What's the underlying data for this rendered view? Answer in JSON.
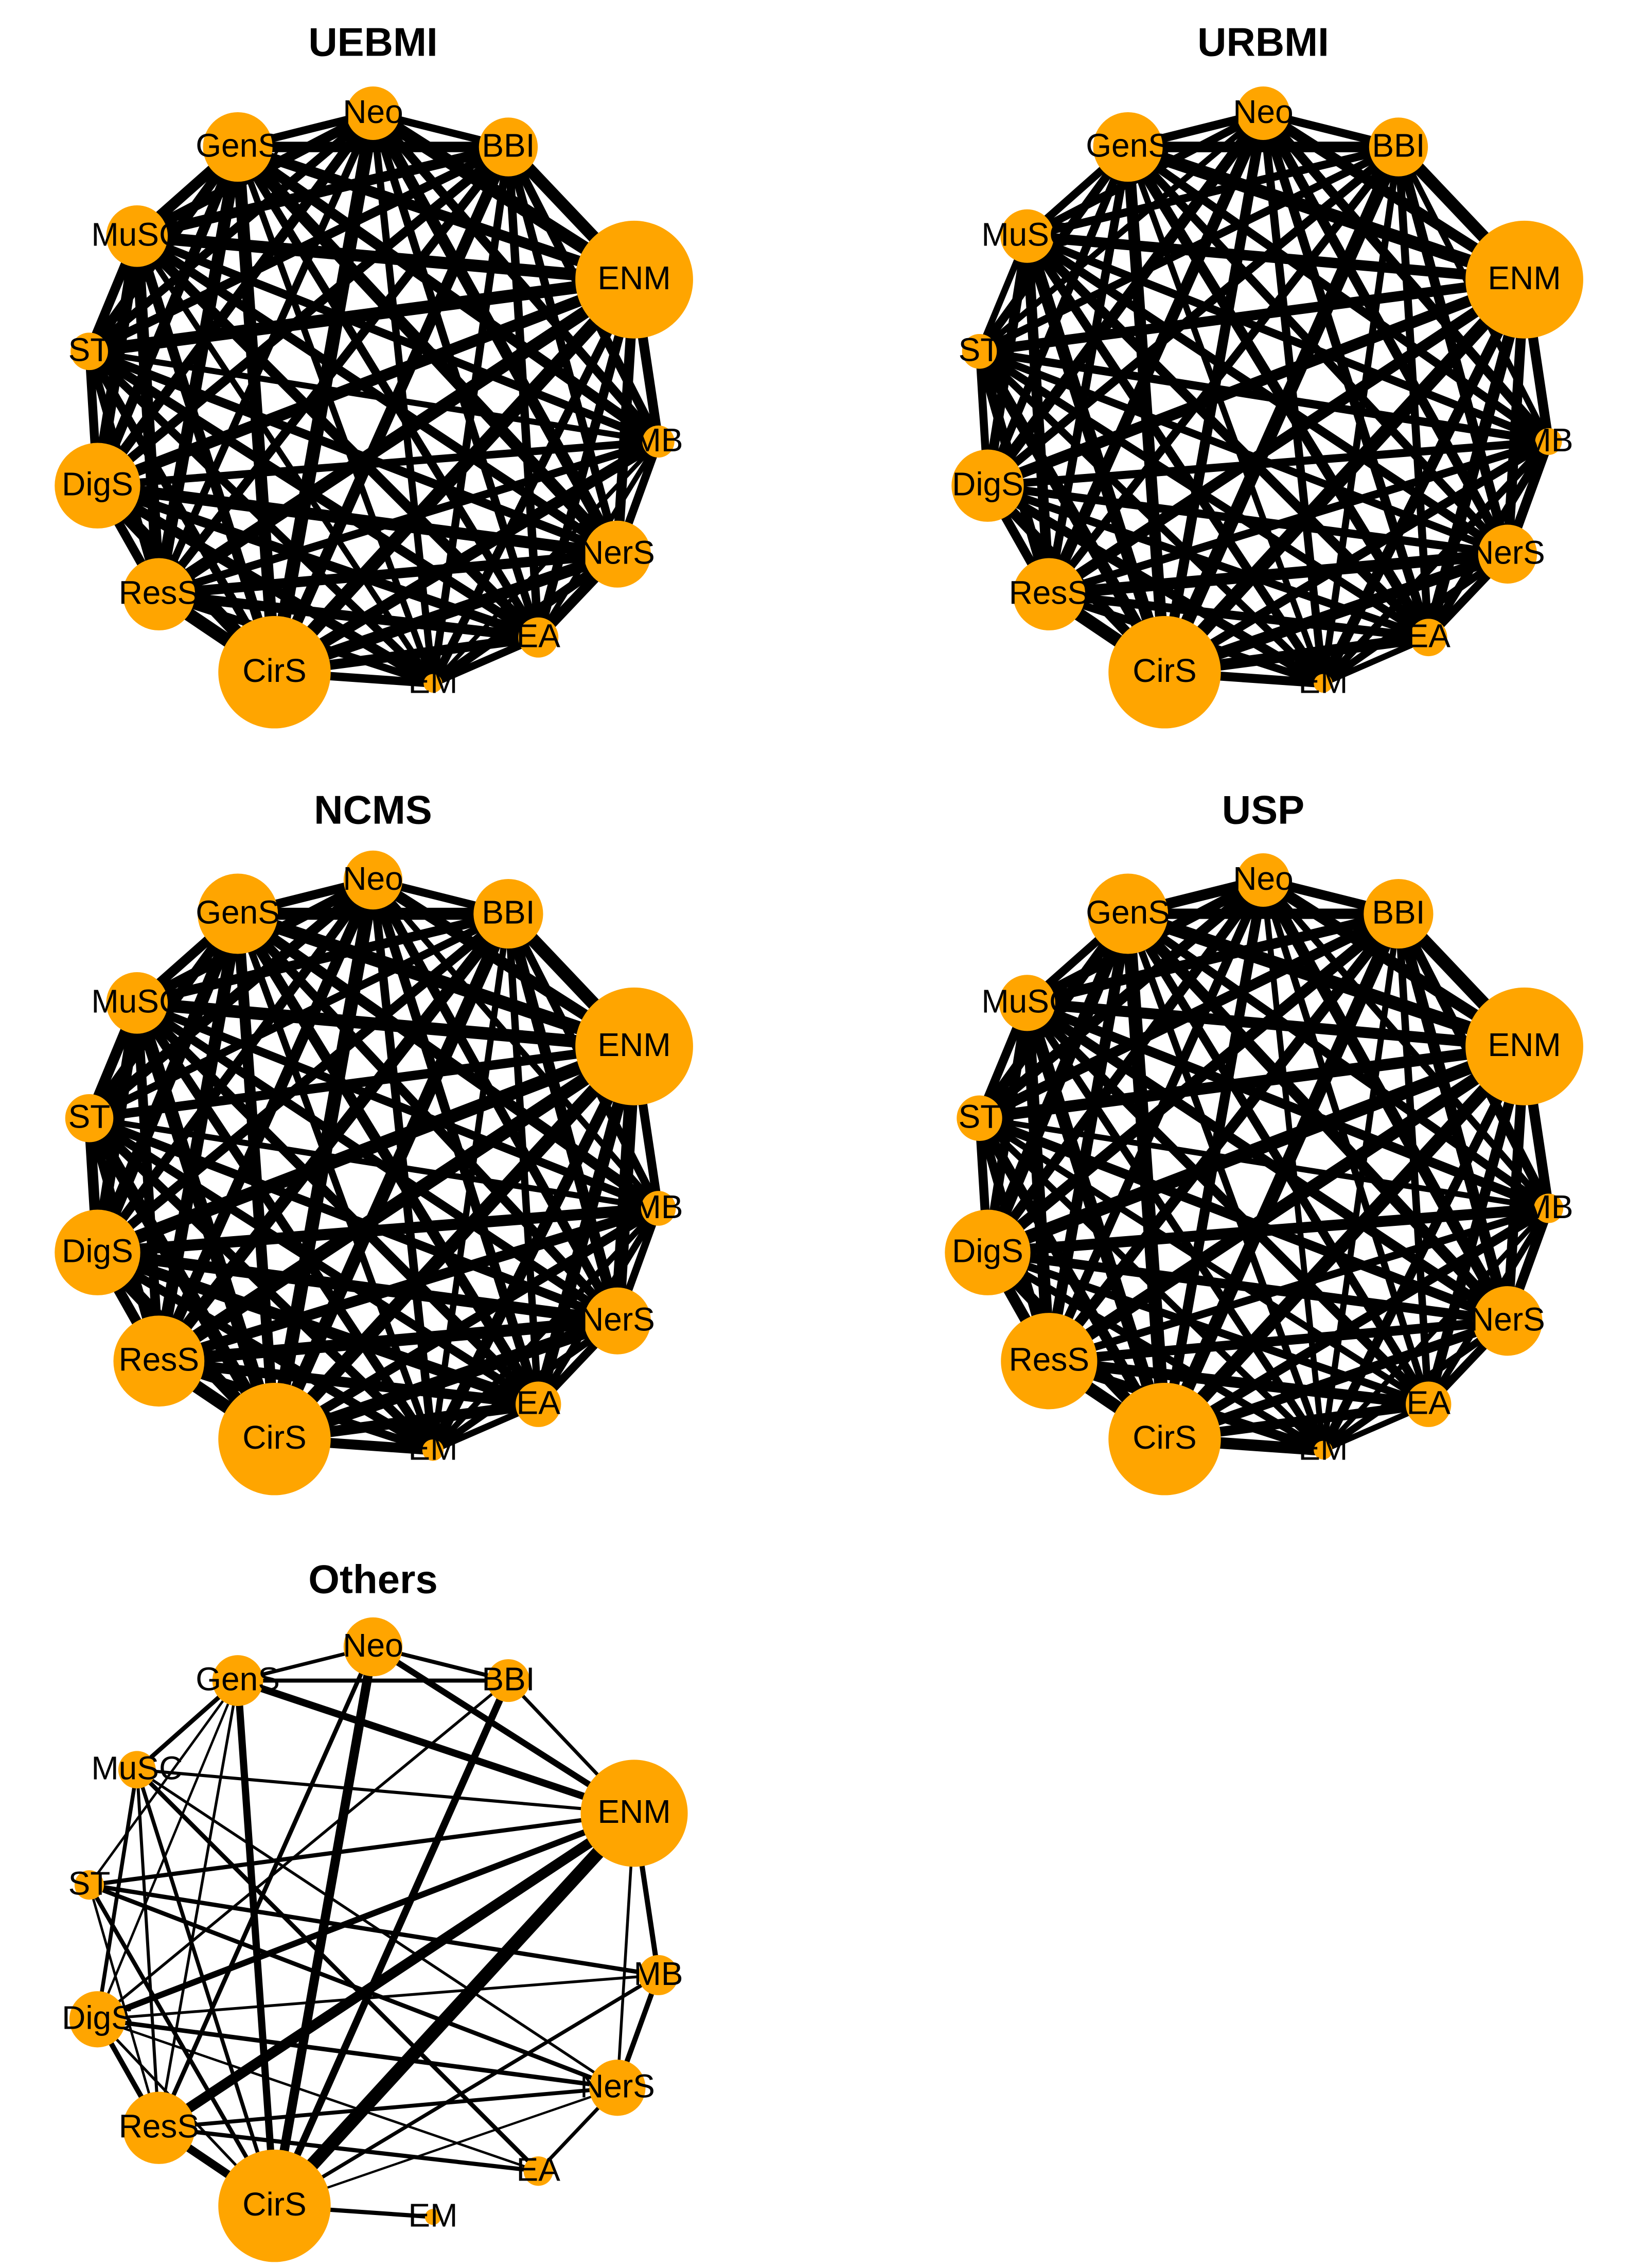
{
  "node_color": "#FFA500",
  "edge_color": "#000000",
  "nodes": [
    {
      "id": "Neo",
      "label": "Neo"
    },
    {
      "id": "BBI",
      "label": "BBI"
    },
    {
      "id": "ENM",
      "label": "ENM"
    },
    {
      "id": "MB",
      "label": "MB"
    },
    {
      "id": "NerS",
      "label": "NerS"
    },
    {
      "id": "EA",
      "label": "EA"
    },
    {
      "id": "EM",
      "label": "EM"
    },
    {
      "id": "CirS",
      "label": "CirS"
    },
    {
      "id": "ResS",
      "label": "ResS"
    },
    {
      "id": "DigS",
      "label": "DigS"
    },
    {
      "id": "ST",
      "label": "ST"
    },
    {
      "id": "MuSC",
      "label": "MuSC"
    },
    {
      "id": "GenS",
      "label": "GenS"
    }
  ],
  "panels": [
    {
      "title": "UEBMI",
      "node_sizes": {
        "Neo": 1.0,
        "BBI": 1.1,
        "ENM": 2.2,
        "MB": 0.6,
        "NerS": 1.25,
        "EA": 0.75,
        "EM": 0.35,
        "CirS": 2.1,
        "ResS": 1.35,
        "DigS": 1.6,
        "ST": 0.7,
        "MuSC": 1.15,
        "GenS": 1.3
      },
      "edge_density": "dense"
    },
    {
      "title": "URBMI",
      "node_sizes": {
        "Neo": 1.0,
        "BBI": 1.1,
        "ENM": 2.2,
        "MB": 0.5,
        "NerS": 1.1,
        "EA": 0.7,
        "EM": 0.35,
        "CirS": 2.1,
        "ResS": 1.35,
        "DigS": 1.35,
        "ST": 0.65,
        "MuSC": 1.0,
        "GenS": 1.3
      },
      "edge_density": "dense"
    },
    {
      "title": "NCMS",
      "node_sizes": {
        "Neo": 1.1,
        "BBI": 1.3,
        "ENM": 2.2,
        "MB": 0.65,
        "NerS": 1.25,
        "EA": 0.85,
        "EM": 0.4,
        "CirS": 2.1,
        "ResS": 1.7,
        "DigS": 1.6,
        "ST": 0.9,
        "MuSC": 1.15,
        "GenS": 1.5
      },
      "edge_density": "dense"
    },
    {
      "title": "USP",
      "node_sizes": {
        "Neo": 1.0,
        "BBI": 1.3,
        "ENM": 2.2,
        "MB": 0.55,
        "NerS": 1.3,
        "EA": 0.85,
        "EM": 0.35,
        "CirS": 2.1,
        "ResS": 1.8,
        "DigS": 1.6,
        "ST": 0.85,
        "MuSC": 1.05,
        "GenS": 1.5
      },
      "edge_density": "dense"
    },
    {
      "title": "Others",
      "node_sizes": {
        "Neo": 1.1,
        "BBI": 0.8,
        "ENM": 2.0,
        "MB": 0.75,
        "NerS": 1.05,
        "EA": 0.55,
        "EM": 0.3,
        "CirS": 2.1,
        "ResS": 1.35,
        "DigS": 1.05,
        "ST": 0.55,
        "MuSC": 0.7,
        "GenS": 0.95
      },
      "edge_density": "sparse"
    }
  ]
}
